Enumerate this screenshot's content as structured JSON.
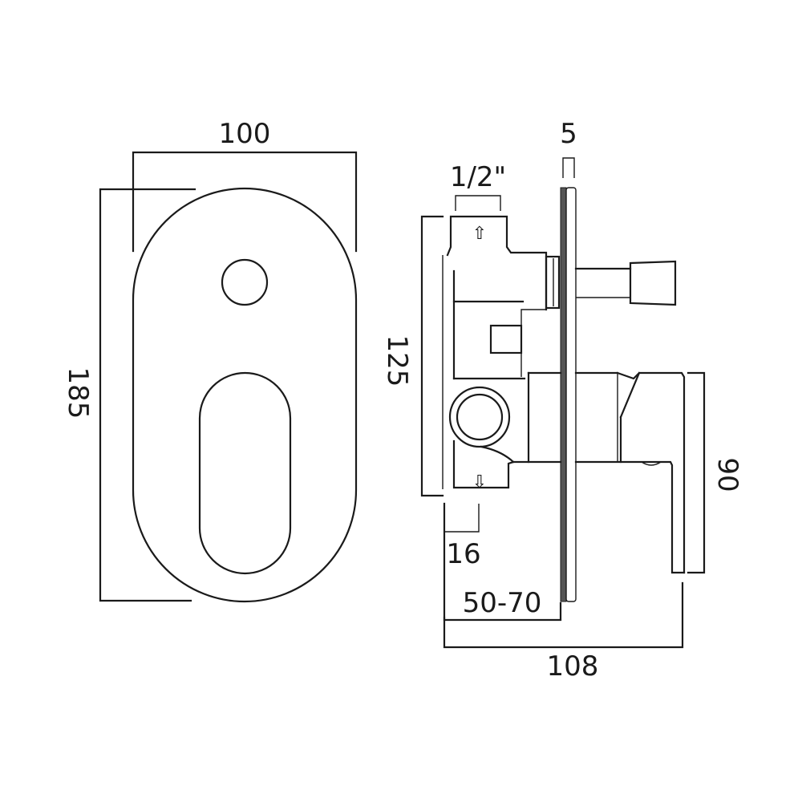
{
  "drawing": {
    "type": "technical dimension drawing",
    "subject": "concealed shower valve with diverter - front and side views",
    "units": "mm",
    "line_color": "#1a1a1a",
    "background": "#ffffff"
  },
  "front_view": {
    "width_label": "100",
    "height_label": "185"
  },
  "side_view": {
    "plate_thickness_label": "5",
    "thread_label": "1/2\"",
    "body_height_label": "125",
    "handle_height_label": "90",
    "inset_label": "16",
    "wall_depth_label": "50-70",
    "total_depth_label": "108",
    "arrows": {
      "inlet": "up-arrow",
      "outlet": "down-arrow"
    }
  }
}
